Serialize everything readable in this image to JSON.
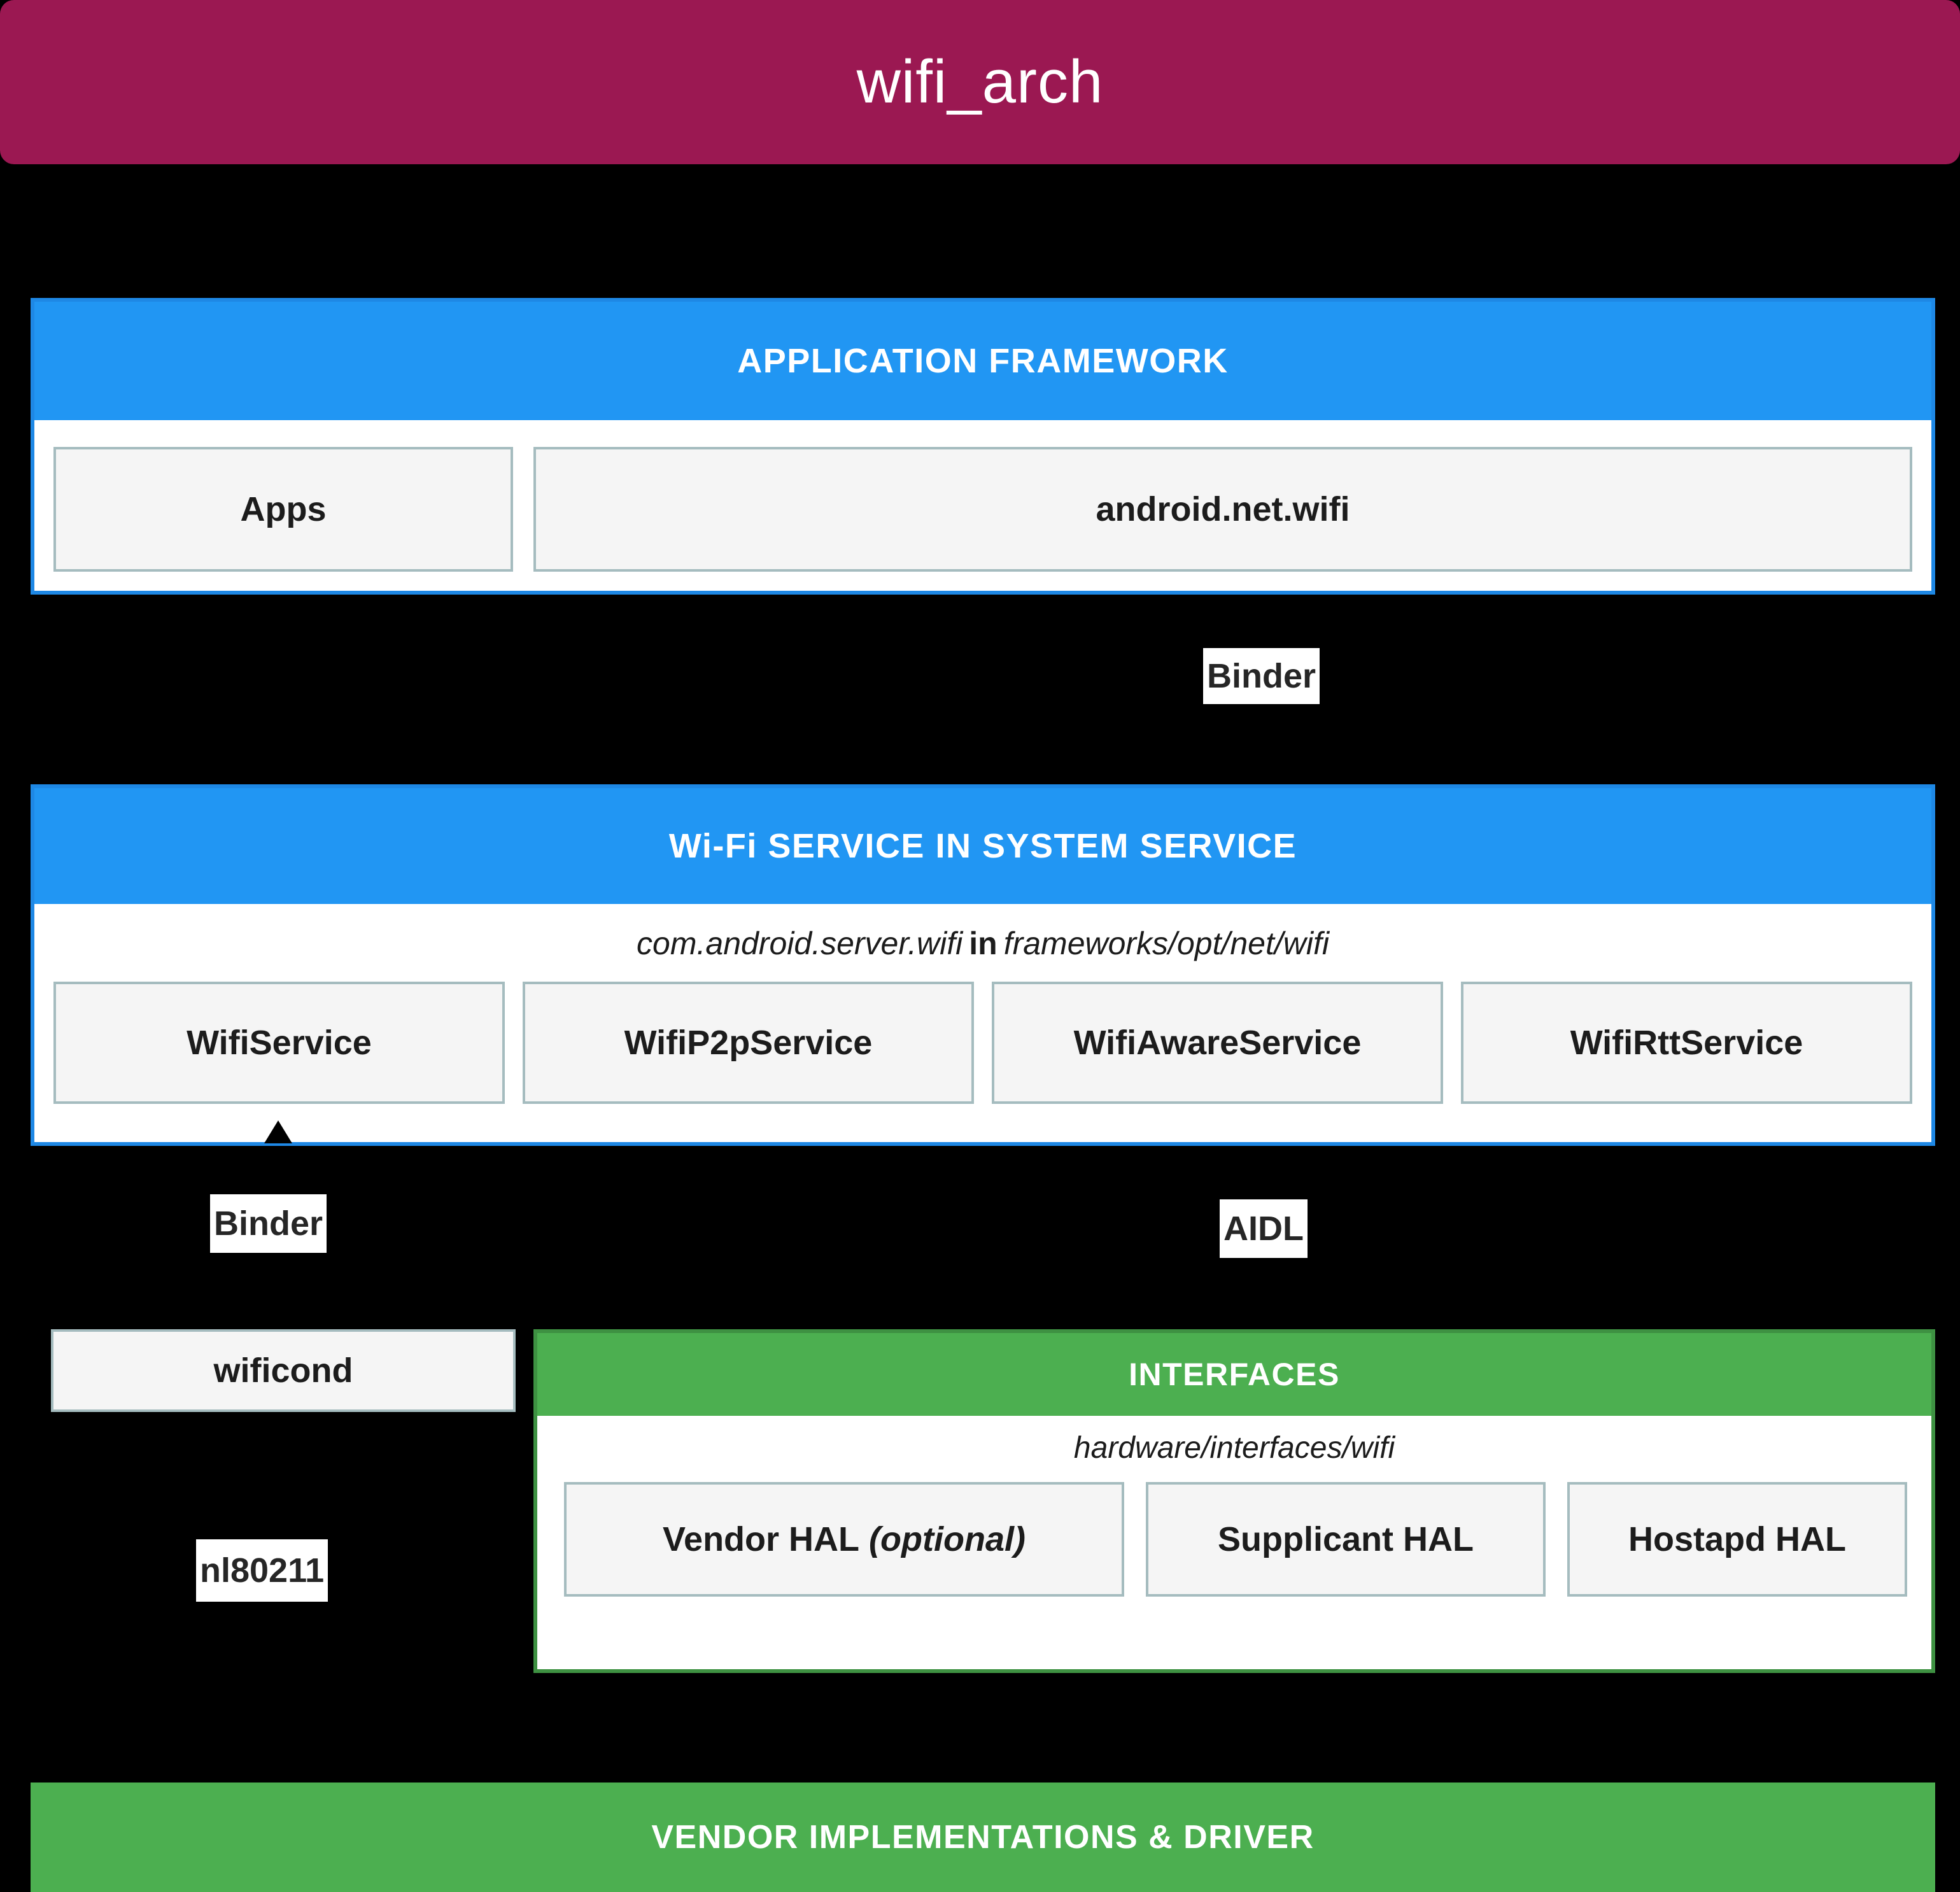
{
  "title": {
    "text": "wifi_arch",
    "bg_color": "#9b1852",
    "text_color": "#ffffff"
  },
  "colors": {
    "background": "#000000",
    "blue_band": "#2196f3",
    "blue_border": "#1e88e5",
    "green_band": "#4caf50",
    "green_border": "#3e9142",
    "node_fill": "#f5f5f5",
    "node_border": "#a5bcbf",
    "panel_fill": "#ffffff",
    "text_dark": "#1c1c1c"
  },
  "layers": {
    "application_framework": {
      "band_label": "APPLICATION FRAMEWORK",
      "nodes": [
        {
          "label": "Apps"
        },
        {
          "label": "android.net.wifi"
        }
      ]
    },
    "wifi_service": {
      "band_label": "Wi-Fi SERVICE IN SYSTEM SERVICE",
      "path_prefix": "com.android.server.wifi",
      "path_keyword": "in",
      "path_suffix": "frameworks/opt/net/wifi",
      "nodes": [
        {
          "label": "WifiService"
        },
        {
          "label": "WifiP2pService"
        },
        {
          "label": "WifiAwareService"
        },
        {
          "label": "WifiRttService"
        }
      ]
    },
    "wificond": {
      "label": "wificond"
    },
    "interfaces": {
      "band_label": "INTERFACES",
      "path": "hardware/interfaces/wifi",
      "nodes": [
        {
          "label": "Vendor HAL",
          "suffix": "(optional)"
        },
        {
          "label": "Supplicant HAL",
          "suffix": ""
        },
        {
          "label": "Hostapd HAL",
          "suffix": ""
        }
      ]
    },
    "vendor_implementations": {
      "band_label": "VENDOR IMPLEMENTATIONS & DRIVER"
    }
  },
  "edge_labels": {
    "binder_framework_to_service": "Binder",
    "binder_service_to_wificond": "Binder",
    "aidl_service_to_interfaces": "AIDL",
    "nl80211_wificond_to_vendor": "nl80211"
  }
}
